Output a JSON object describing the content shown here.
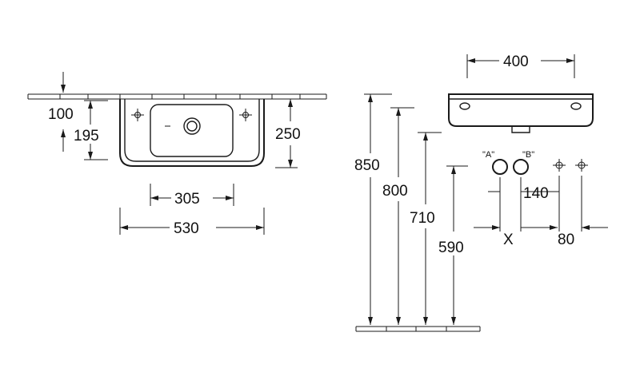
{
  "dimensions": {
    "plan_overhang": "100",
    "plan_bowl_depth": "195",
    "plan_total_depth": "250",
    "plan_inner_width": "305",
    "plan_outer_width": "530",
    "front_width": "400",
    "height_floor_rim": "850",
    "height_floor_basin": "800",
    "height_floor_outlet": "710",
    "height_floor_supply": "590",
    "supply_spacing": "140",
    "variable_distance": "X",
    "tap_spacing": "80"
  },
  "labels": {
    "supply_a": "\"A\"",
    "supply_b": "\"B\""
  }
}
